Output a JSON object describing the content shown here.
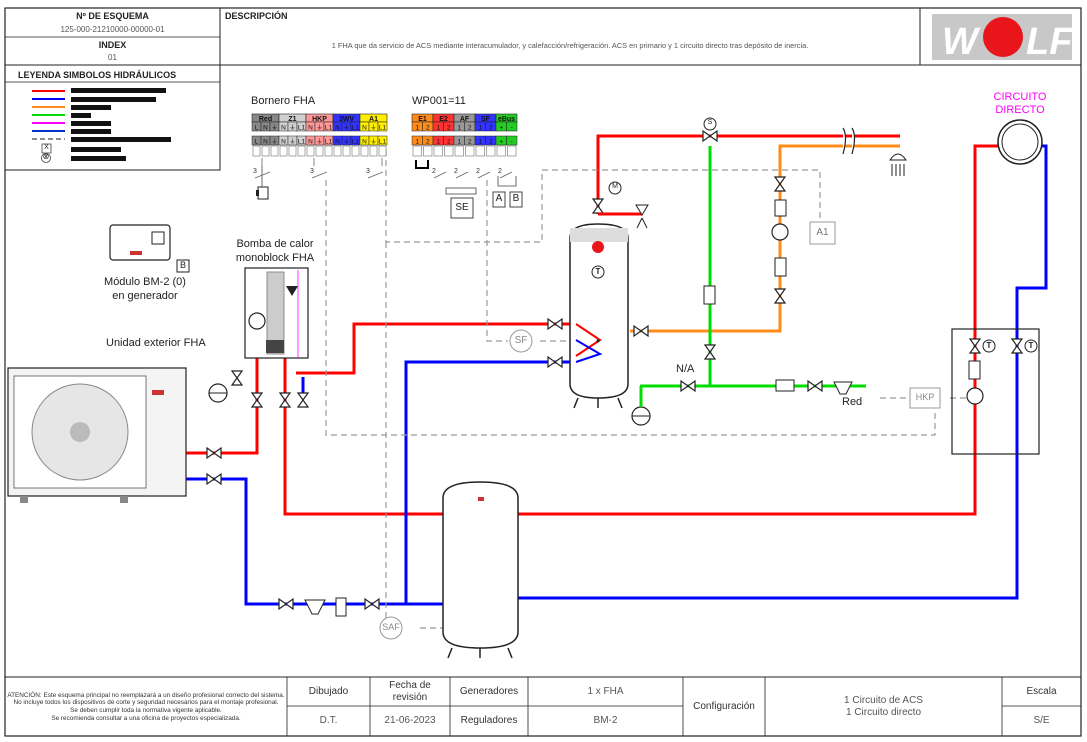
{
  "header": {
    "scheme_no_label": "Nº DE ESQUEMA",
    "scheme_no": "125-000-21210000-00000-01",
    "index_label": "INDEX",
    "index_value": "01",
    "description_label": "DESCRIPCIÓN",
    "description": "1 FHA que da servicio de ACS mediante interacumulador, y calefacción/refrigeración. ACS en primario y 1 circuito directo tras depósito de inercia.",
    "logo_text": "WOLF"
  },
  "legend": {
    "title": "LEYENDA SIMBOLOS HIDRÁULICOS",
    "line_colors": [
      "#ff0000",
      "#0000ff",
      "#ff8c1a",
      "#00dd00",
      "#ff00ff",
      "#0033cc",
      "#666666"
    ],
    "symbol_x": "X",
    "symbol_circle_x": "⊗"
  },
  "labels": {
    "bornero": "Bornero FHA",
    "wp001": "WP001=11",
    "modulo_line1": "Módulo BM-2 (0)",
    "modulo_line2": "en generador",
    "modulo_tag": "B",
    "bomba_line1": "Bomba de calor",
    "bomba_line2": "monoblock FHA",
    "unidad": "Unidad exterior FHA",
    "circuito_line1": "CIRCUITO",
    "circuito_line2": "DIRECTO",
    "na": "N/A",
    "red": "Red",
    "se": "SE",
    "a": "A",
    "b": "B",
    "a1": "A1",
    "sf": "SF",
    "saf": "SAF",
    "hkp": "HKP",
    "m": "M",
    "s": "S",
    "t": "T",
    "num3": "3",
    "num2": "2"
  },
  "terminals": {
    "fha_groups": [
      {
        "name": "Red",
        "color": "#888888",
        "pins": [
          "L",
          "N",
          "⏚"
        ]
      },
      {
        "name": "Z1",
        "color": "#cfcfcf",
        "pins": [
          "N",
          "⏚",
          "L1"
        ]
      },
      {
        "name": "HKP",
        "color": "#ff9999",
        "pins": [
          "N",
          "⏚",
          "L1"
        ]
      },
      {
        "name": "3WV",
        "color": "#3333ff",
        "pins": [
          "N",
          "⏚",
          "L1"
        ]
      },
      {
        "name": "A1",
        "color": "#ffee00",
        "pins": [
          "N",
          "⏚",
          "L1"
        ]
      }
    ],
    "wp_groups": [
      {
        "name": "E1",
        "color": "#ff8c1a",
        "pins": [
          "1",
          "2"
        ]
      },
      {
        "name": "E2",
        "color": "#ff3333",
        "pins": [
          "1",
          "2"
        ]
      },
      {
        "name": "AF",
        "color": "#999999",
        "pins": [
          "1",
          "2"
        ]
      },
      {
        "name": "SF",
        "color": "#3333ff",
        "pins": [
          "1",
          "2"
        ]
      },
      {
        "name": "eBus",
        "color": "#22cc22",
        "pins": [
          "+",
          "-"
        ]
      }
    ]
  },
  "footer": {
    "attention": [
      "ATENCIÓN: Este esquema principal no reemplazará a un diseño profesional correcto del sistema.",
      "No incluye todos los dispositivos de corte y seguridad necesarios para el montaje profesional.",
      "Se deben cumplir toda la normativa vigente aplicable.",
      "Se recomienda consultar a una oficina de proyectos especializada."
    ],
    "dibujado_label": "Dibujado",
    "dibujado_value": "D.T.",
    "fecha_label": "Fecha de revisión",
    "fecha_value": "21-06-2023",
    "generadores_label": "Generadores",
    "generadores_value": "1 x FHA",
    "reguladores_label": "Reguladores",
    "reguladores_value": "BM-2",
    "configuracion_label": "Configuración",
    "configuracion_value_1": "1 Circuito de ACS",
    "configuracion_value_2": "1 Circuito directo",
    "escala_label": "Escala",
    "escala_value": "S/E"
  }
}
